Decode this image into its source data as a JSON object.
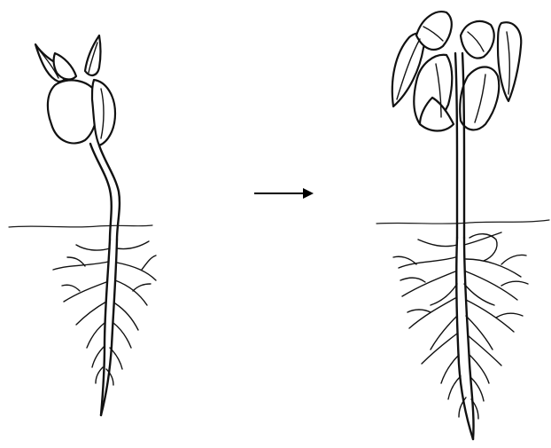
{
  "colors": {
    "ink": "#111111",
    "background": "#ffffff"
  },
  "stages": [
    {
      "stage": "early-seedling"
    },
    {
      "stage": "later-seedling"
    }
  ],
  "transition": {
    "symbol": "right-arrow"
  }
}
